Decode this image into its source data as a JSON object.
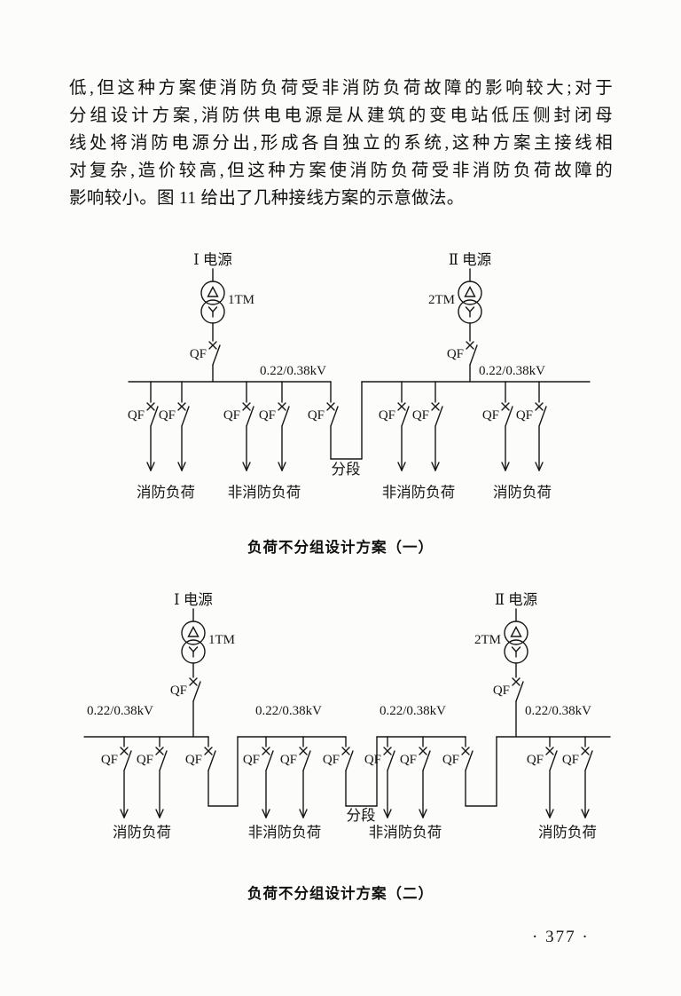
{
  "page": {
    "paragraph_lines": [
      "低,但这种方案使消防负荷受非消防负荷故障的影响较大;对于",
      "分组设计方案,消防供电电源是从建筑的变电站低压侧封闭母",
      "线处将消防电源分出,形成各自独立的系统,这种方案主接线相",
      "对复杂,造价较高,但这种方案使消防负荷受非消防负荷故障的",
      "影响较小。图 11 给出了几种接线方案的示意做法。"
    ],
    "page_number": "· 377 ·"
  },
  "labels": {
    "source1": "Ⅰ 电源",
    "source2": "Ⅱ 电源",
    "transformer1": "1TM",
    "transformer2": "2TM",
    "breaker": "QF",
    "voltage": "0.22/0.38kV",
    "fire_load": "消防负荷",
    "non_fire_load": "非消防负荷",
    "section": "分段"
  },
  "diagram1": {
    "caption": "负荷不分组设计方案（一）"
  },
  "diagram2": {
    "caption": "负荷不分组设计方案（二）"
  }
}
